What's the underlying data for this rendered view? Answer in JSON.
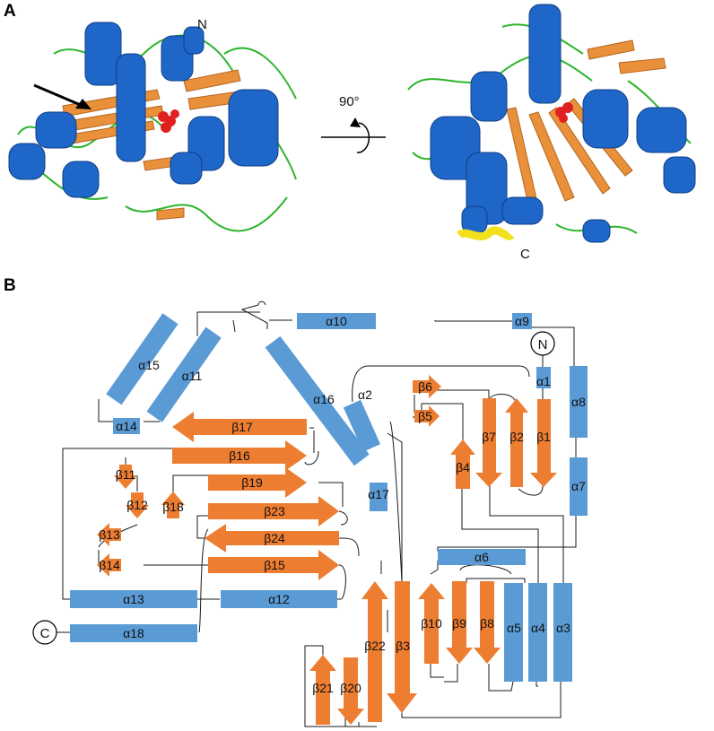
{
  "panels": {
    "a": "A",
    "b": "B"
  },
  "structure": {
    "n_label": "N",
    "c_label": "C",
    "rotation_label": "90°"
  },
  "topology": {
    "n_terminus": "N",
    "c_terminus": "C",
    "helices": {
      "a1": "α1",
      "a2": "α2",
      "a3": "α3",
      "a4": "α4",
      "a5": "α5",
      "a6": "α6",
      "a7": "α7",
      "a8": "α8",
      "a9": "α9",
      "a10": "α10",
      "a11": "α11",
      "a12": "α12",
      "a13": "α13",
      "a14": "α14",
      "a15": "α15",
      "a16": "α16",
      "a17": "α17",
      "a18": "α18"
    },
    "strands": {
      "b1": "β1",
      "b2": "β2",
      "b3": "β3",
      "b4": "β4",
      "b5": "β5",
      "b6": "β6",
      "b7": "β7",
      "b8": "β8",
      "b9": "β9",
      "b10": "β10",
      "b11": "β11",
      "b12": "β12",
      "b13": "β13",
      "b14": "β14",
      "b15": "β15",
      "b16": "β16",
      "b17": "β17",
      "b18": "β18",
      "b19": "β19",
      "b20": "β20",
      "b21": "β21",
      "b22": "β22",
      "b23": "β23",
      "b24": "β24"
    }
  },
  "colors": {
    "helix": "#5b9bd5",
    "strand": "#ed7d31",
    "loop": "#2db52d",
    "ribbon_helix": "#1f66c9",
    "ligand": "#e02020",
    "c_helix": "#f2e01c"
  }
}
